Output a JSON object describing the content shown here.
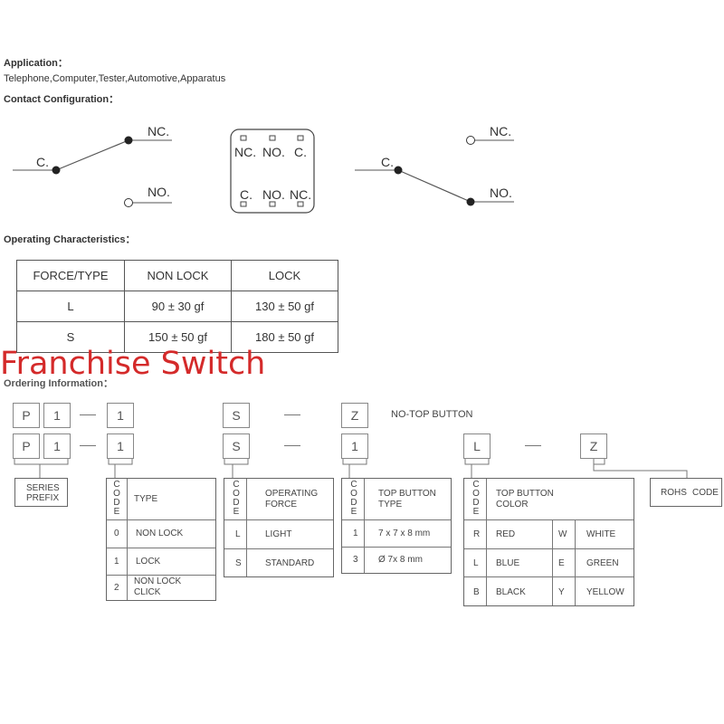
{
  "application": {
    "title": "Application：",
    "text": "Telephone,Computer,Tester,Automotive,Apparatus"
  },
  "contact": {
    "title": "Contact Configuration：",
    "left": {
      "nc": "NC.",
      "c": "C.",
      "no": "NO."
    },
    "box": {
      "top": [
        "NC.",
        "NO.",
        "C."
      ],
      "bottom": [
        "C.",
        "NO.",
        "NC."
      ]
    },
    "right": {
      "nc": "NC.",
      "c": "C.",
      "no": "NO."
    }
  },
  "operating": {
    "title": "Operating Characteristics：",
    "headers": [
      "FORCE/TYPE",
      "NON LOCK",
      "LOCK"
    ],
    "rows": [
      [
        "L",
        "90 ± 30 gf",
        "130 ± 50 gf"
      ],
      [
        "S",
        "150 ± 50 gf",
        "180 ± 50 gf"
      ]
    ]
  },
  "watermark": "Franchise Switch",
  "ordering": {
    "title": "Ordering Information：",
    "row1": [
      "P",
      "1",
      "1",
      "S",
      "Z"
    ],
    "row1_note": "NO-TOP BUTTON",
    "row2": [
      "P",
      "1",
      "1",
      "S",
      "1",
      "L",
      "Z"
    ],
    "series_prefix": [
      "SERIES",
      "PREFIX"
    ],
    "code_word": [
      "C",
      "O",
      "D",
      "E"
    ],
    "type_table": {
      "header": "TYPE",
      "rows": [
        {
          "code": "0",
          "label": "NON LOCK"
        },
        {
          "code": "1",
          "label": "LOCK"
        },
        {
          "code": "2",
          "label": [
            "NON LOCK",
            "CLICK"
          ]
        }
      ]
    },
    "force_table": {
      "header": [
        "OPERATING",
        "FORCE"
      ],
      "rows": [
        {
          "code": "L",
          "label": "LIGHT"
        },
        {
          "code": "S",
          "label": "STANDARD"
        }
      ]
    },
    "button_table": {
      "header": [
        "TOP BUTTON",
        "TYPE"
      ],
      "rows": [
        {
          "code": "1",
          "label": "7 x 7 x 8 mm"
        },
        {
          "code": "3",
          "label": "Ø 7x 8 mm"
        }
      ]
    },
    "color_table": {
      "header": [
        "TOP BUTTON",
        "COLOR"
      ],
      "rows": [
        {
          "code": "R",
          "label": "RED",
          "code2": "W",
          "label2": "WHITE"
        },
        {
          "code": "L",
          "label": "BLUE",
          "code2": "E",
          "label2": "GREEN"
        },
        {
          "code": "B",
          "label": "BLACK",
          "code2": "Y",
          "label2": "YELLOW"
        }
      ]
    },
    "rohs": [
      "ROHS",
      "CODE"
    ]
  }
}
